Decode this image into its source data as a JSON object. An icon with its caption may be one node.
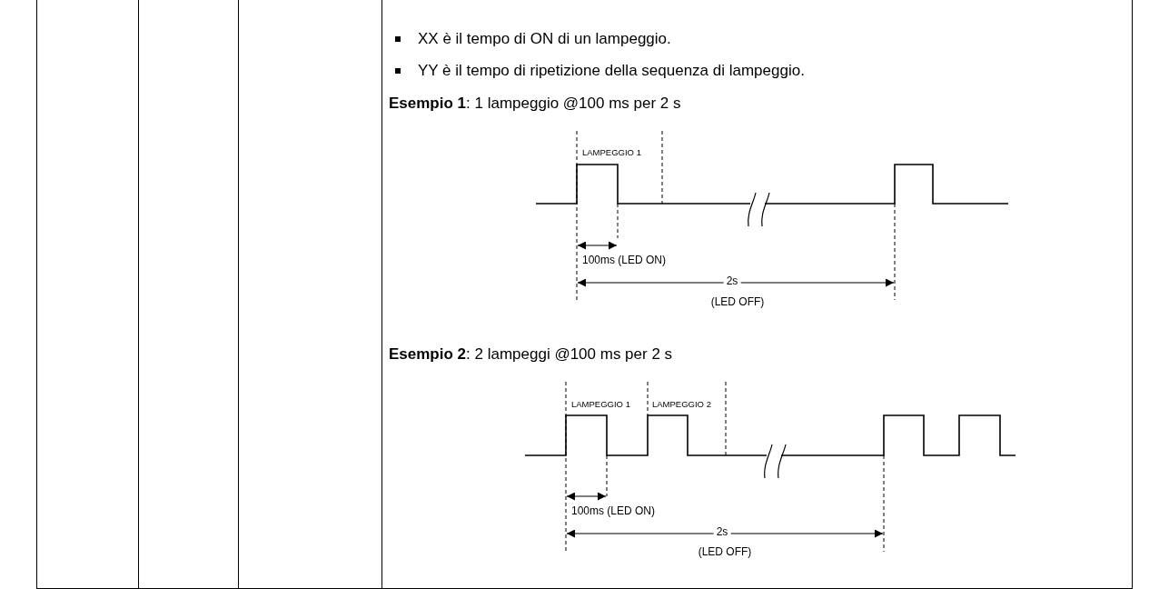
{
  "diagram": {
    "labels": [
      "XX è il tempo di ON di un lampeggio.",
      "YY è il tempo di ripetizione della sequenza di lampeggio.",
      "**Esempio 1**: 1 lampeggio @100 ms per 2 s",
      "LAMPEGGIO 1",
      "100ms (LED ON)",
      "2s",
      "(LED OFF)",
      "**Esempio 2**: 2 lampeggi @100 ms per 2 s",
      "LAMPEGGIO 1",
      "LAMPEGGIO 2",
      "100ms (LED ON)",
      "2s",
      "(LED OFF)"
    ]
  }
}
